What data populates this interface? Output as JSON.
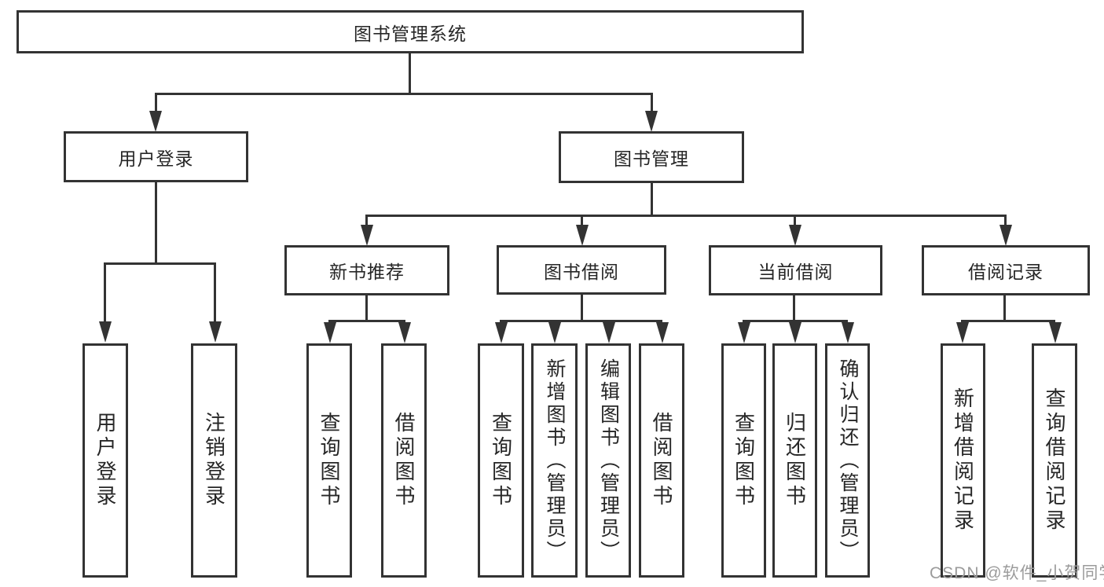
{
  "tree": {
    "root": {
      "label": "图书管理系统"
    },
    "level1": [
      {
        "label": "用户登录"
      },
      {
        "label": "图书管理"
      }
    ],
    "level2": [
      {
        "label": "新书推荐"
      },
      {
        "label": "图书借阅"
      },
      {
        "label": "当前借阅"
      },
      {
        "label": "借阅记录"
      }
    ],
    "leaves": {
      "user_login": [
        {
          "label": "用户登录"
        },
        {
          "label": "注销登录"
        }
      ],
      "new_book": [
        {
          "label": "查询图书"
        },
        {
          "label": "借阅图书"
        }
      ],
      "book_borrow": [
        {
          "label": "查询图书"
        },
        {
          "label": "新增图书（管理员）"
        },
        {
          "label": "编辑图书（管理员）"
        },
        {
          "label": "借阅图书"
        }
      ],
      "current_borrow": [
        {
          "label": "查询图书"
        },
        {
          "label": "归还图书"
        },
        {
          "label": "确认归还（管理员）"
        }
      ],
      "borrow_records": [
        {
          "label": "新增借阅记录"
        },
        {
          "label": "查询借阅记录"
        }
      ]
    }
  },
  "watermark": {
    "text": "CSDN @软件_小贺同学"
  },
  "colors": {
    "line": "#333333",
    "background": "#ffffff",
    "watermark": "#9b9b9b"
  }
}
